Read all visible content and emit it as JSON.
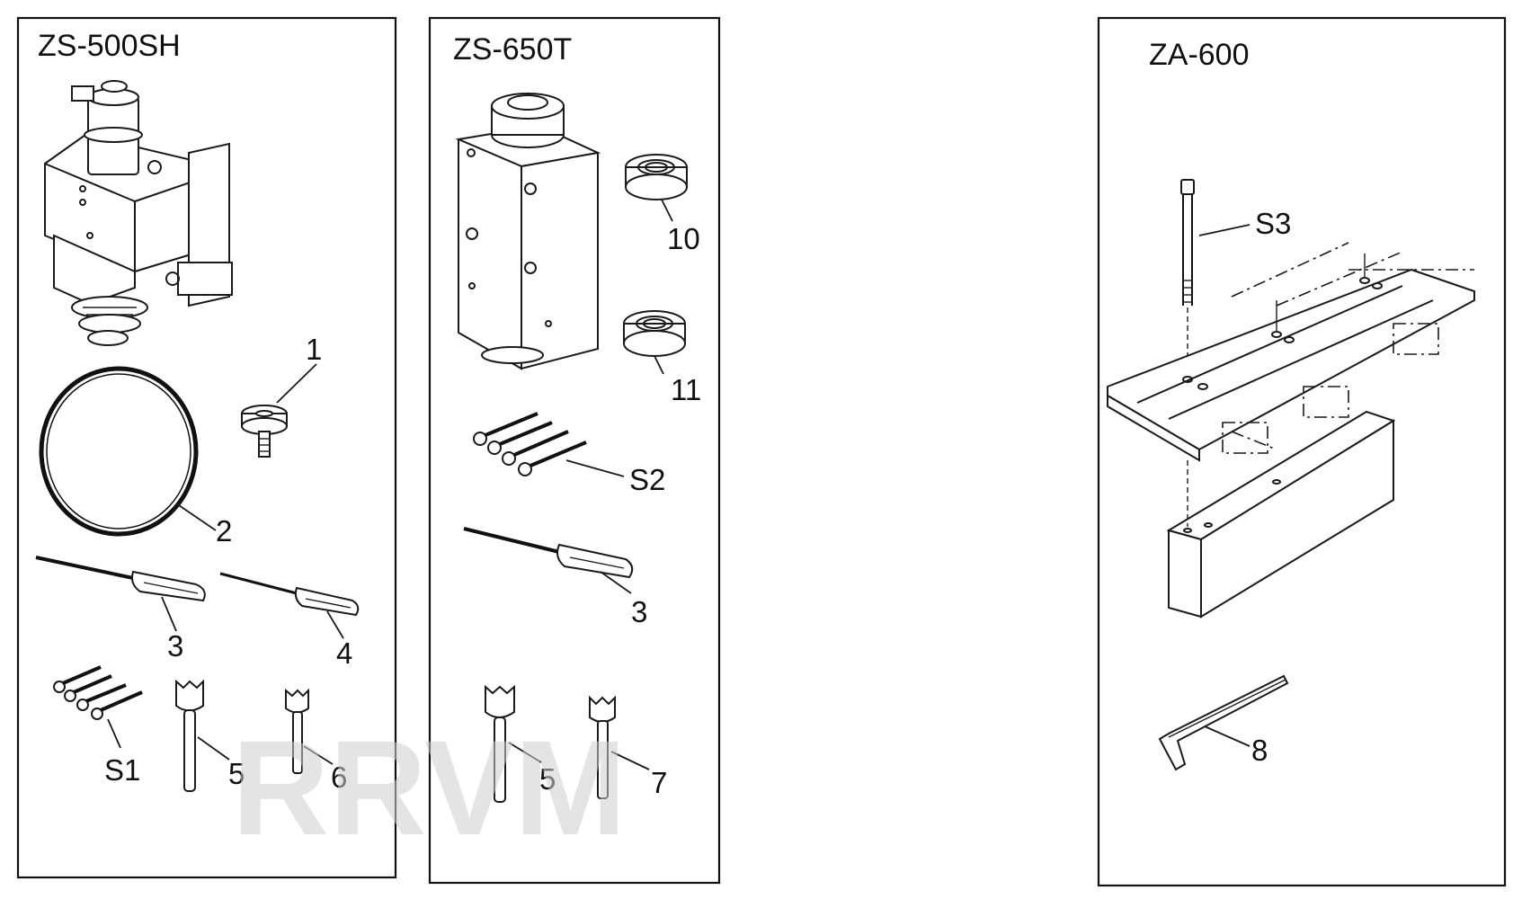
{
  "panels": [
    {
      "title": "ZS-500SH",
      "callouts": [
        "1",
        "2",
        "3",
        "4",
        "S1",
        "5",
        "6"
      ]
    },
    {
      "title": "ZS-650T",
      "callouts": [
        "10",
        "11",
        "S2",
        "3",
        "5",
        "7"
      ]
    },
    {
      "title": "ZA-600",
      "callouts": [
        "S3",
        "8"
      ]
    }
  ],
  "watermark": "RRVM"
}
